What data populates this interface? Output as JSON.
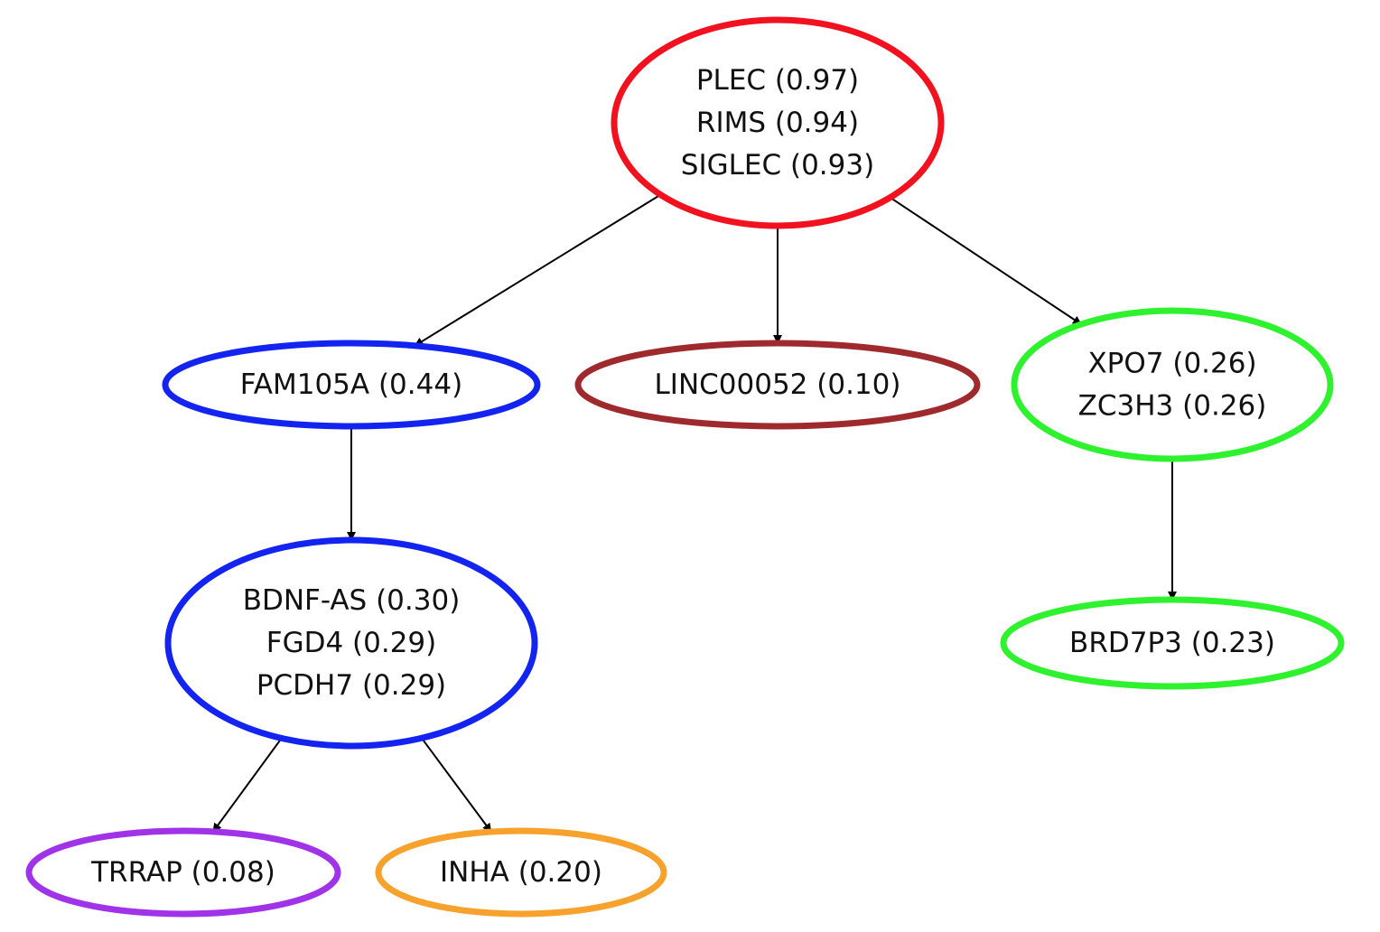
{
  "nodes": [
    {
      "id": "n1",
      "name": "node-plec-rims-siglec",
      "color": "#f2111f",
      "lines": [
        "PLEC (0.97)",
        "RIMS (0.94)",
        "SIGLEC (0.93)"
      ]
    },
    {
      "id": "n2",
      "name": "node-fam105a",
      "color": "#1424f0",
      "lines": [
        "FAM105A (0.44)"
      ]
    },
    {
      "id": "n3",
      "name": "node-linc00052",
      "color": "#9e2a2e",
      "lines": [
        "LINC00052 (0.10)"
      ]
    },
    {
      "id": "n4",
      "name": "node-xpo7-zc3h3",
      "color": "#2ff22f",
      "lines": [
        "XPO7 (0.26)",
        "ZC3H3 (0.26)"
      ]
    },
    {
      "id": "n5",
      "name": "node-bdnf-as-fgd4-pcdh7",
      "color": "#1424f0",
      "lines": [
        "BDNF-AS (0.30)",
        "FGD4 (0.29)",
        "PCDH7 (0.29)"
      ]
    },
    {
      "id": "n6",
      "name": "node-brd7p3",
      "color": "#2ff22f",
      "lines": [
        "BRD7P3 (0.23)"
      ]
    },
    {
      "id": "n7",
      "name": "node-trrap",
      "color": "#a032e8",
      "lines": [
        "TRRAP (0.08)"
      ]
    },
    {
      "id": "n8",
      "name": "node-inha",
      "color": "#f7a22c",
      "lines": [
        "INHA (0.20)"
      ]
    }
  ],
  "edges": [
    {
      "from": "n1",
      "to": "n2"
    },
    {
      "from": "n1",
      "to": "n3"
    },
    {
      "from": "n1",
      "to": "n4"
    },
    {
      "from": "n2",
      "to": "n5"
    },
    {
      "from": "n4",
      "to": "n6"
    },
    {
      "from": "n5",
      "to": "n7"
    },
    {
      "from": "n5",
      "to": "n8"
    }
  ]
}
